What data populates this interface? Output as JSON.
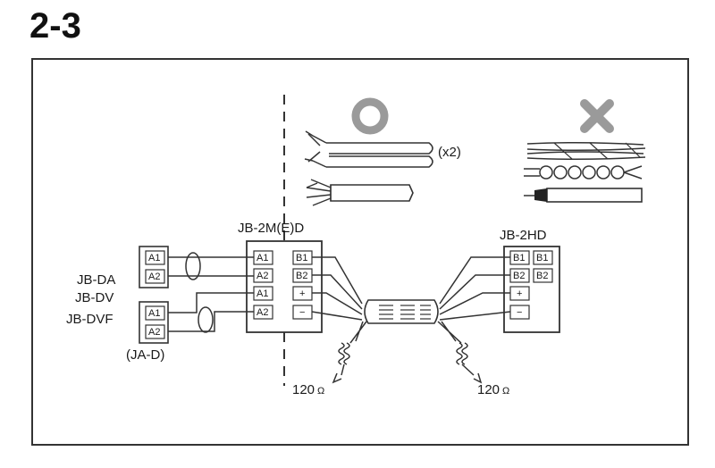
{
  "title": "2-3",
  "correct_symbol": "circle",
  "incorrect_symbol": "cross",
  "quantity_note": "(x2)",
  "labels": {
    "jb_da": "JB-DA",
    "jb_dv": "JB-DV",
    "jb_dvf": "JB-DVF",
    "ja_d": "(JA-D)",
    "jb_2med": "JB-2M(E)D",
    "jb_2hd": "JB-2HD"
  },
  "resistor_left": "120",
  "resistor_right": "120",
  "ohm": "Ω",
  "terminals": {
    "ext_top": [
      "A1",
      "A2"
    ],
    "ext_bottom": [
      "A1",
      "A2"
    ],
    "med_left": [
      "A1",
      "A2",
      "A1",
      "A2"
    ],
    "med_right": [
      "B1",
      "B2",
      "+",
      "−"
    ],
    "hd_left": [
      "B1",
      "B2",
      "+",
      "−"
    ],
    "hd_right": [
      "B1",
      "B2"
    ]
  },
  "colors": {
    "line": "#333333",
    "symbol": "#9a9a9a",
    "box_fill": "#f2f2f2"
  }
}
